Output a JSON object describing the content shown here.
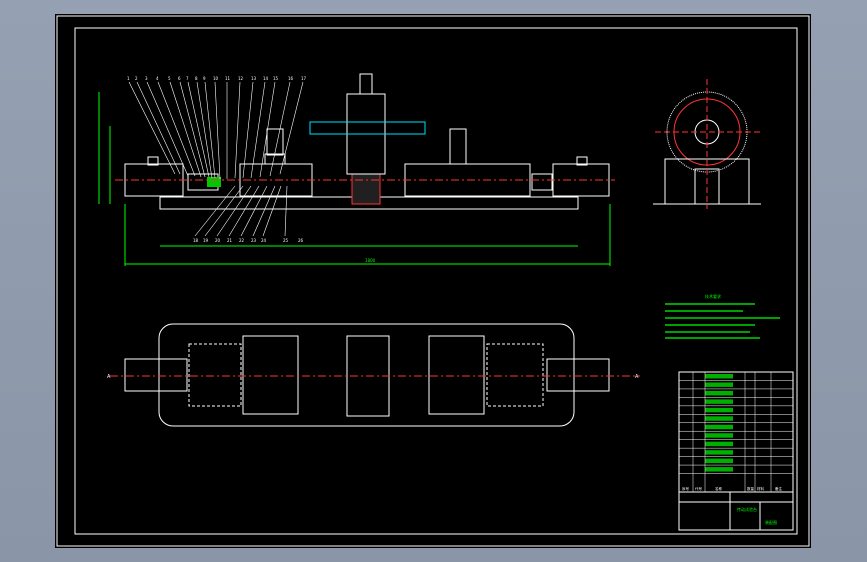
{
  "viewport": {
    "background": "#8e9aab",
    "sheet_color": "#000000"
  },
  "colors": {
    "frame": "#ffffff",
    "part": "#ffffff",
    "dimension": "#00ff00",
    "centerline": "#ff3333",
    "accent": "#00e0ff",
    "hatch": "#ff2222"
  },
  "texts": {
    "tech_requirements_heading": "技术要求",
    "view_marker": "A",
    "dim_total_length": "1800",
    "title_block_name": "传动试验台",
    "title_block_drawing_no": "装配图"
  },
  "bom": {
    "header": [
      "序号",
      "代号",
      "名称",
      "数量",
      "材料",
      "备注"
    ],
    "rows": 12
  },
  "tech_requirements_lines": 6,
  "balloon_labels_top": [
    "1",
    "2",
    "3",
    "4",
    "5",
    "6",
    "7",
    "8",
    "9",
    "10",
    "11",
    "12",
    "13",
    "14",
    "15",
    "16",
    "17"
  ],
  "balloon_labels_bottom": [
    "18",
    "19",
    "20",
    "21",
    "22",
    "23",
    "24",
    "25",
    "26"
  ]
}
